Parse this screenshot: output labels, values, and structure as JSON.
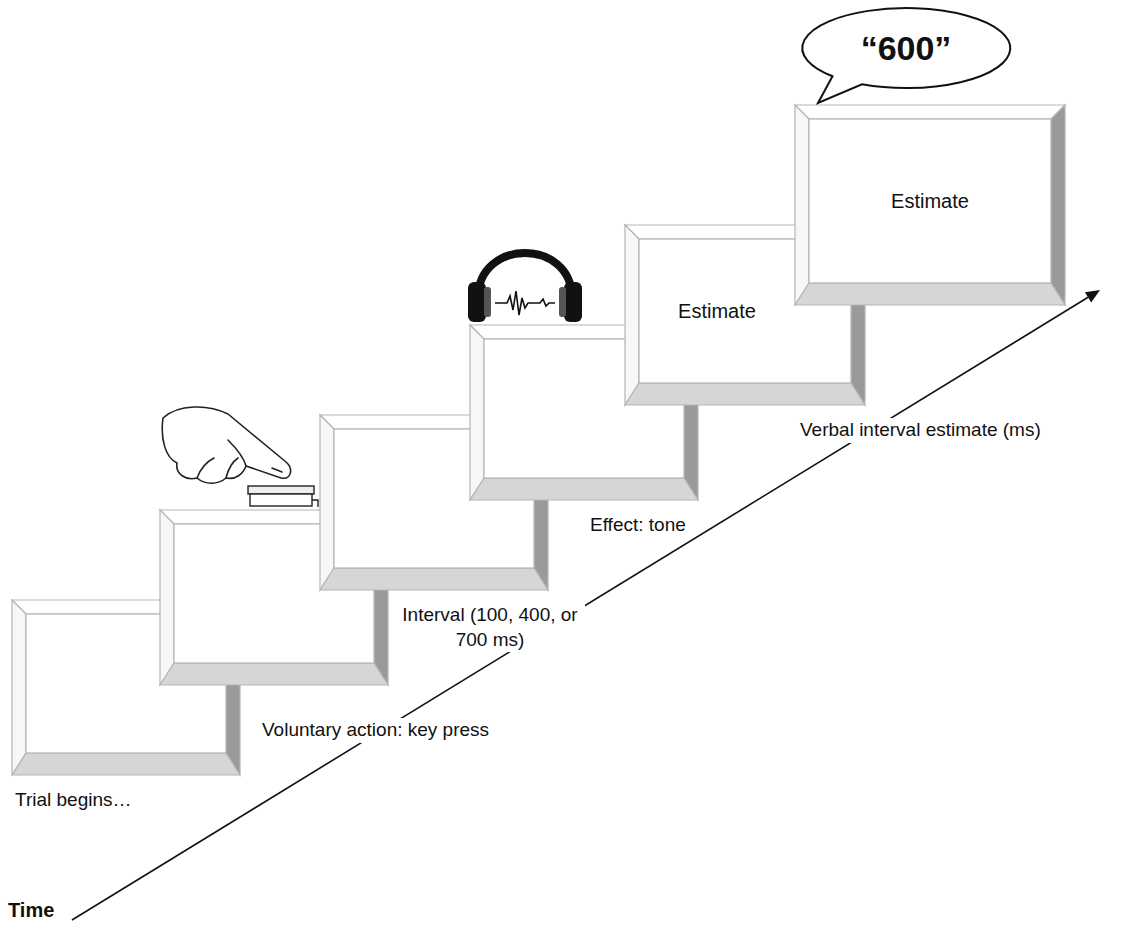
{
  "diagram": {
    "nodes": [
      {
        "text": [
          "Estimate"
        ]
      },
      {
        "text": [
          "Estimate"
        ]
      },
      {
        "text": [
          "“600”"
        ]
      }
    ],
    "labels": [
      "Trial begins…",
      "Voluntary action: key press",
      "Interval (100, 400, or 700 ms)",
      "Effect: tone",
      "Verbal interval estimate (ms)",
      "Time"
    ]
  }
}
